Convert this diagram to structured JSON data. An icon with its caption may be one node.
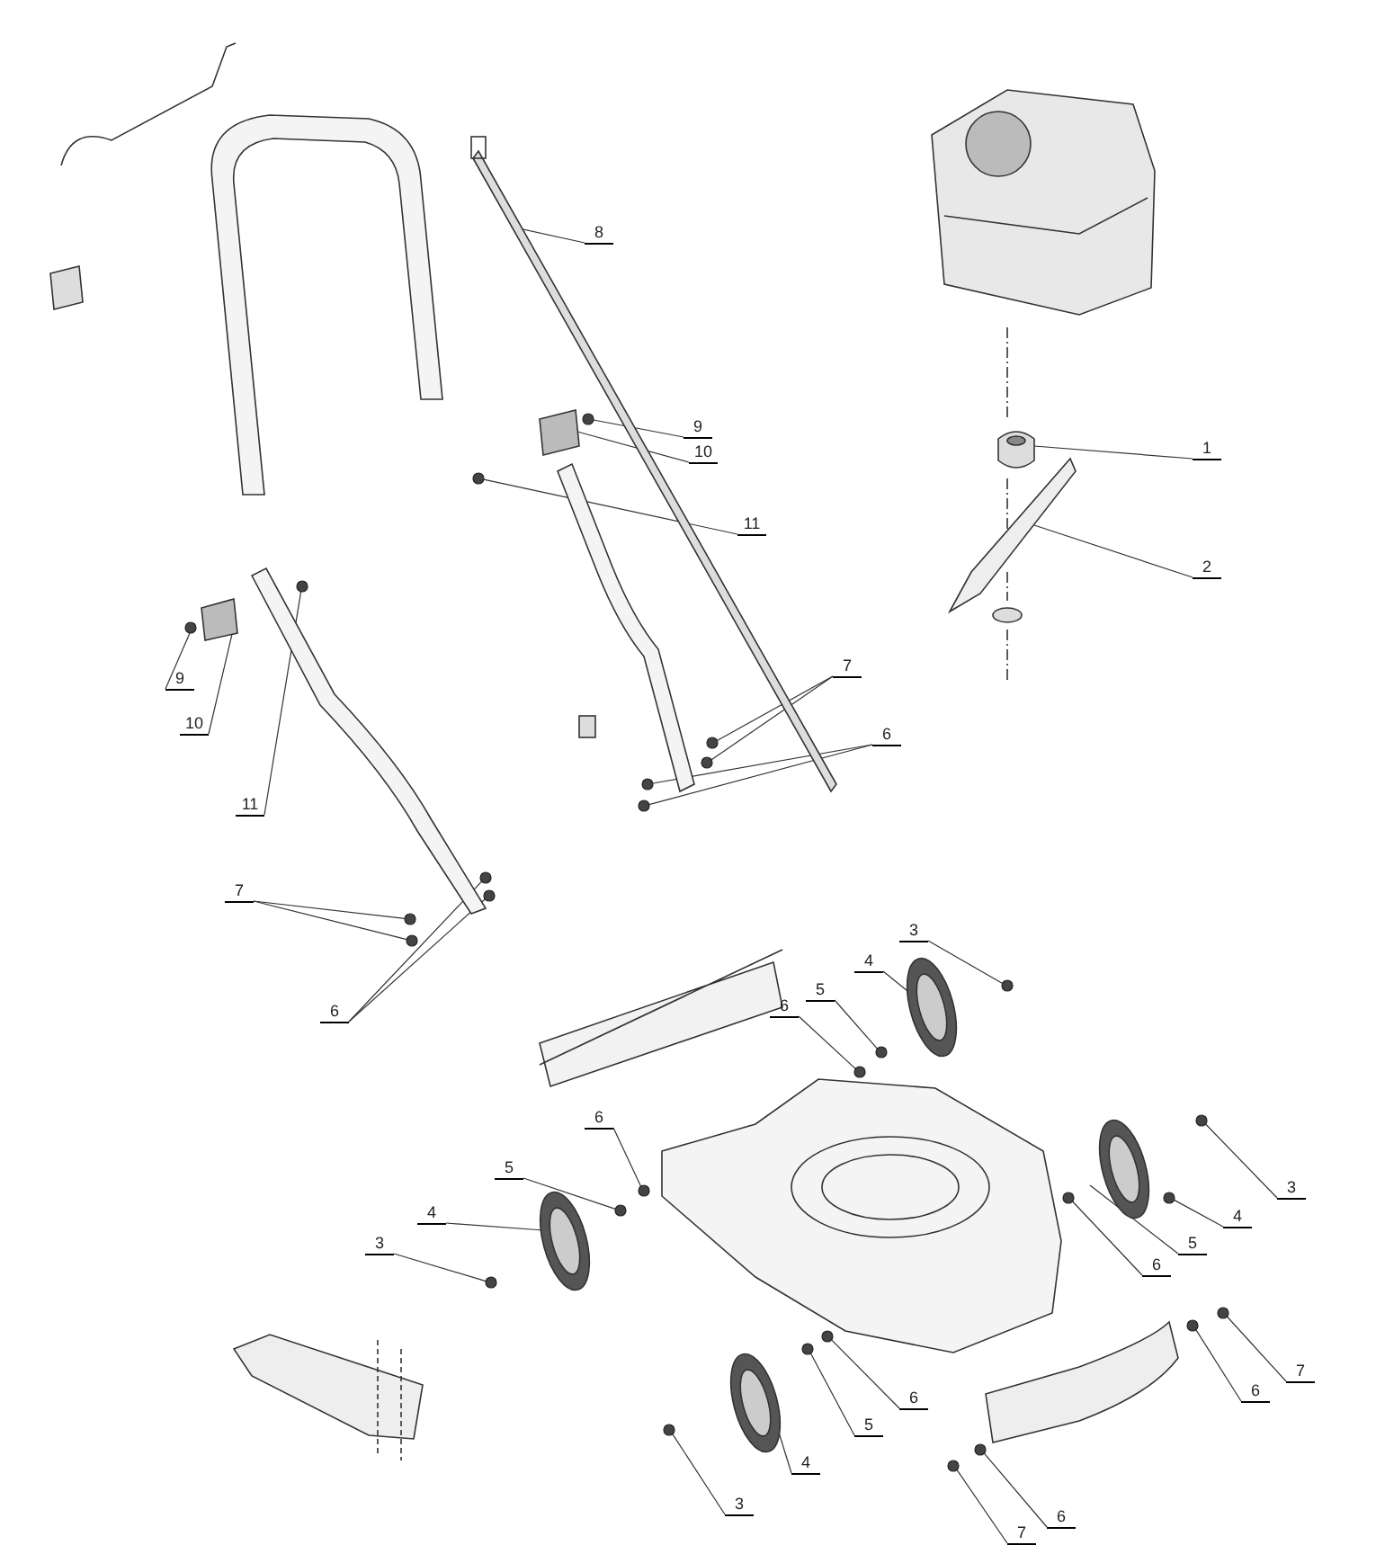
{
  "diagram": {
    "nodes": [
      {
        "text": [
          "8"
        ]
      },
      {
        "text": [
          "9"
        ]
      },
      {
        "text": [
          "10"
        ]
      },
      {
        "text": [
          "11"
        ]
      },
      {
        "text": [
          "7"
        ]
      },
      {
        "text": [
          "6"
        ]
      },
      {
        "text": [
          "9"
        ]
      },
      {
        "text": [
          "10"
        ]
      },
      {
        "text": [
          "11"
        ]
      },
      {
        "text": [
          "7"
        ]
      },
      {
        "text": [
          "6"
        ]
      },
      {
        "text": [
          "1"
        ]
      },
      {
        "text": [
          "2"
        ]
      },
      {
        "text": [
          "3"
        ]
      },
      {
        "text": [
          "4"
        ]
      },
      {
        "text": [
          "5"
        ]
      },
      {
        "text": [
          "6"
        ]
      },
      {
        "text": [
          "6"
        ]
      },
      {
        "text": [
          "5"
        ]
      },
      {
        "text": [
          "4"
        ]
      },
      {
        "text": [
          "3"
        ]
      },
      {
        "text": [
          "3"
        ]
      },
      {
        "text": [
          "4"
        ]
      },
      {
        "text": [
          "5"
        ]
      },
      {
        "text": [
          "6"
        ]
      },
      {
        "text": [
          "6"
        ]
      },
      {
        "text": [
          "5"
        ]
      },
      {
        "text": [
          "4"
        ]
      },
      {
        "text": [
          "3"
        ]
      },
      {
        "text": [
          "7"
        ]
      },
      {
        "text": [
          "6"
        ]
      },
      {
        "text": [
          "7"
        ]
      },
      {
        "text": [
          "6"
        ]
      },
      {
        "text": [],
        "shape": "picture"
      },
      {
        "text": [],
        "shape": "circle"
      },
      {
        "text": [],
        "shape": "picture"
      },
      {
        "text": [],
        "shape": "circle"
      },
      {
        "text": [],
        "shape": "circle"
      },
      {
        "text": [],
        "shape": "circle"
      },
      {
        "text": [],
        "shape": "circle"
      },
      {
        "text": [],
        "shape": "circle"
      },
      {
        "text": [],
        "shape": "circle"
      },
      {
        "text": [],
        "shape": "picture"
      },
      {
        "text": [],
        "shape": "circle"
      },
      {
        "text": [],
        "shape": "circle"
      },
      {
        "text": [],
        "shape": "circle"
      },
      {
        "text": [],
        "shape": "circle"
      },
      {
        "text": [],
        "shape": "circle"
      },
      {
        "text": [],
        "shape": "picture"
      },
      {
        "text": [],
        "shape": "picture"
      },
      {
        "text": [],
        "shape": "circle"
      },
      {
        "text": [],
        "shape": "picture"
      },
      {
        "text": [],
        "shape": "circle"
      },
      {
        "text": [],
        "shape": "circle"
      },
      {
        "text": [],
        "shape": "circle"
      },
      {
        "text": [],
        "shape": "circle"
      },
      {
        "text": [],
        "shape": "picture"
      },
      {
        "text": [],
        "shape": "circle"
      },
      {
        "text": [],
        "shape": "circle"
      },
      {
        "text": [],
        "shape": "circle"
      },
      {
        "text": [],
        "shape": "picture"
      },
      {
        "text": [],
        "shape": "circle"
      },
      {
        "text": [],
        "shape": "circle"
      },
      {
        "text": [],
        "shape": "circle"
      },
      {
        "text": [],
        "shape": "picture"
      },
      {
        "text": [],
        "shape": "circle"
      },
      {
        "text": [],
        "shape": "circle"
      },
      {
        "text": [],
        "shape": "circle"
      },
      {
        "text": [],
        "shape": "circle"
      },
      {
        "text": [],
        "shape": "circle"
      }
    ],
    "edges": [
      {
        "from": 0,
        "to": 33,
        "arrow": "none"
      },
      {
        "from": 1,
        "to": 34,
        "arrow": "none"
      },
      {
        "from": 2,
        "to": 35,
        "arrow": "none"
      },
      {
        "from": 3,
        "to": 36,
        "arrow": "none"
      },
      {
        "from": 4,
        "to": 37,
        "arrow": "none"
      },
      {
        "from": 4,
        "to": 38,
        "arrow": "none"
      },
      {
        "from": 5,
        "to": 39,
        "arrow": "none"
      },
      {
        "from": 5,
        "to": 40,
        "arrow": "none"
      },
      {
        "from": 6,
        "to": 41,
        "arrow": "none"
      },
      {
        "from": 7,
        "to": 42,
        "arrow": "none"
      },
      {
        "from": 8,
        "to": 43,
        "arrow": "none"
      },
      {
        "from": 9,
        "to": 44,
        "arrow": "none"
      },
      {
        "from": 9,
        "to": 45,
        "arrow": "none"
      },
      {
        "from": 10,
        "to": 46,
        "arrow": "none"
      },
      {
        "from": 10,
        "to": 47,
        "arrow": "none"
      },
      {
        "from": 11,
        "to": 48,
        "arrow": "none"
      },
      {
        "from": 12,
        "to": 49,
        "arrow": "none"
      },
      {
        "from": 13,
        "to": 50,
        "arrow": "none"
      },
      {
        "from": 14,
        "to": 51,
        "arrow": "none"
      },
      {
        "from": 15,
        "to": 52,
        "arrow": "none"
      },
      {
        "from": 16,
        "to": 53,
        "arrow": "none"
      },
      {
        "from": 17,
        "to": 54,
        "arrow": "none"
      },
      {
        "from": 18,
        "to": 55,
        "arrow": "none"
      },
      {
        "from": 19,
        "to": 56,
        "arrow": "none"
      },
      {
        "from": 20,
        "to": 57,
        "arrow": "none"
      },
      {
        "from": 21,
        "to": 58,
        "arrow": "none"
      },
      {
        "from": 22,
        "to": 59,
        "arrow": "none"
      },
      {
        "from": 23,
        "to": 60,
        "arrow": "none"
      },
      {
        "from": 24,
        "to": 61,
        "arrow": "none"
      },
      {
        "from": 25,
        "to": 62,
        "arrow": "none"
      },
      {
        "from": 26,
        "to": 63,
        "arrow": "none"
      },
      {
        "from": 27,
        "to": 64,
        "arrow": "none"
      },
      {
        "from": 28,
        "to": 65,
        "arrow": "none"
      },
      {
        "from": 29,
        "to": 66,
        "arrow": "none"
      },
      {
        "from": 30,
        "to": 67,
        "arrow": "none"
      },
      {
        "from": 31,
        "to": 68,
        "arrow": "none"
      },
      {
        "from": 32,
        "to": 69,
        "arrow": "none"
      }
    ]
  }
}
